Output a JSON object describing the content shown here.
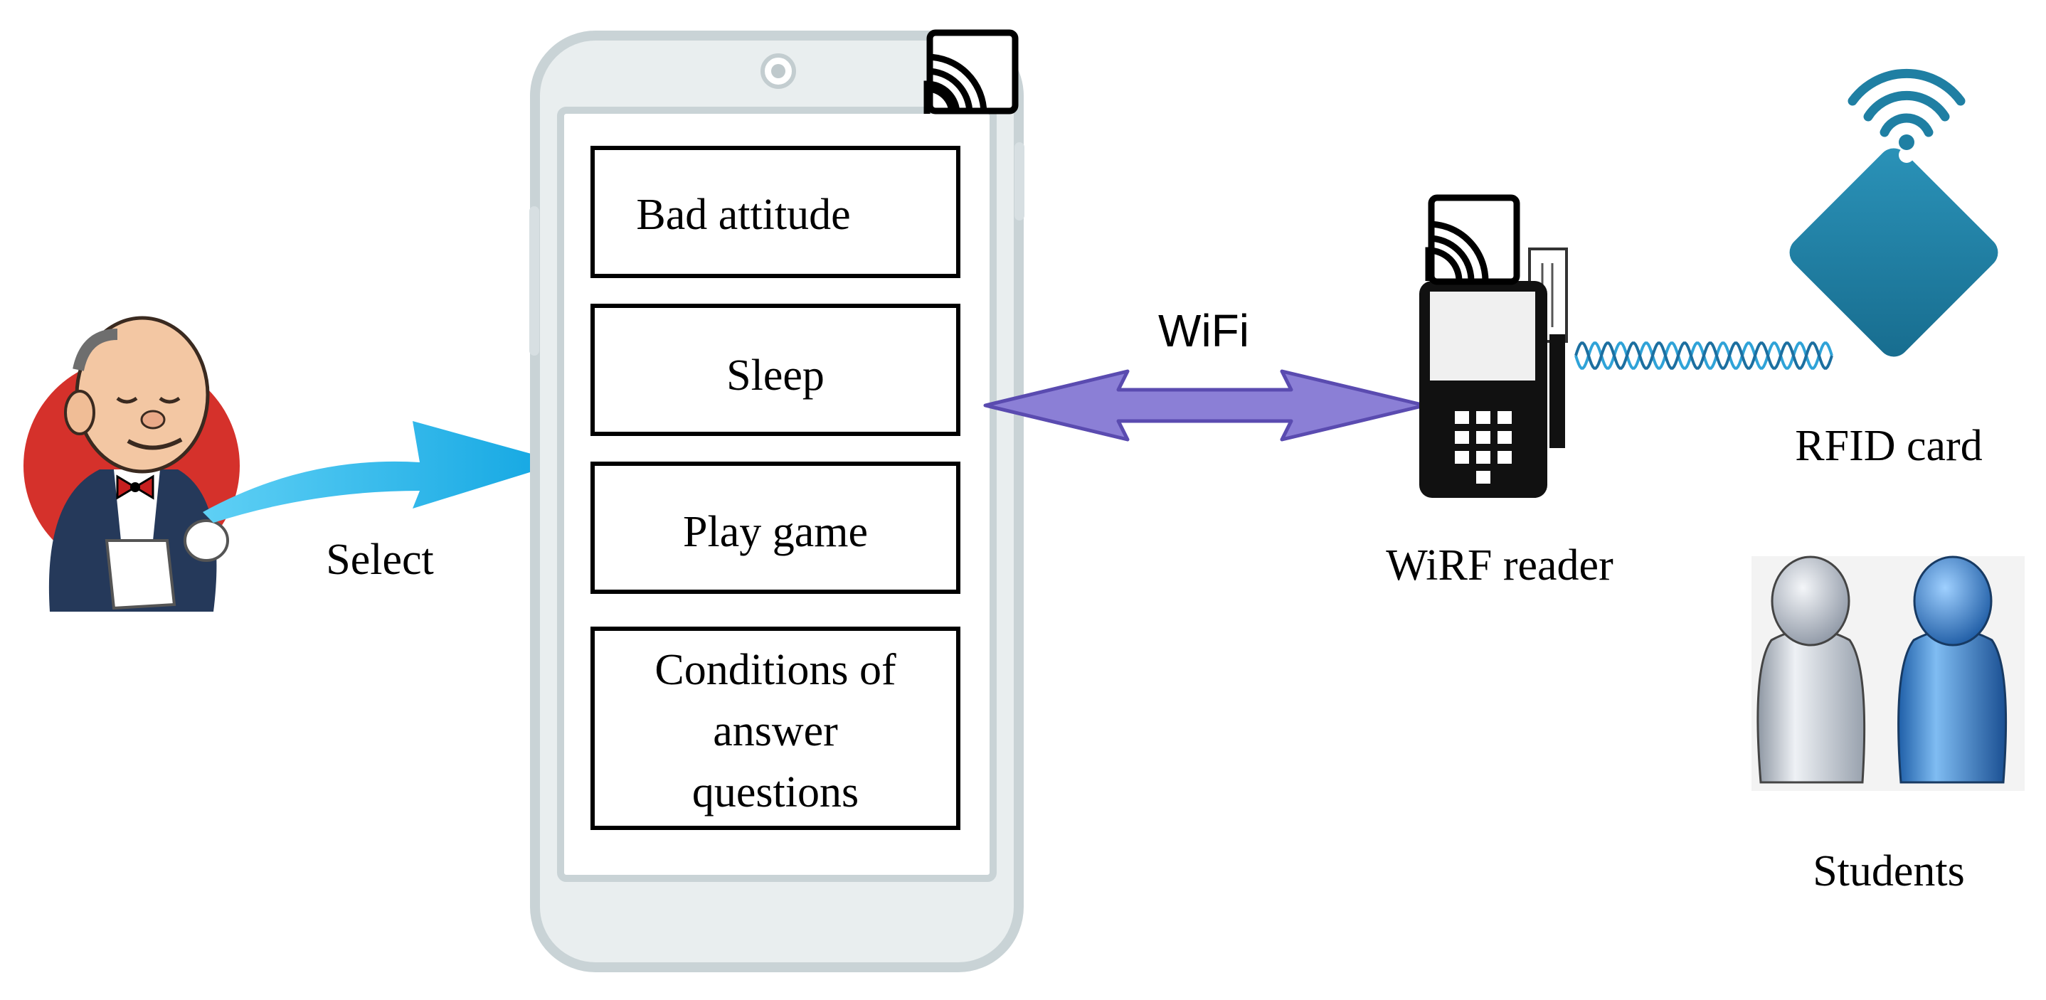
{
  "labels": {
    "select": "Select",
    "wifi": "WiFi",
    "reader": "WiRF reader",
    "rfid_card": "RFID card",
    "students": "Students"
  },
  "phone_menu": {
    "items": [
      {
        "lines": [
          "Bad attitude"
        ]
      },
      {
        "lines": [
          "Sleep"
        ]
      },
      {
        "lines": [
          "Play game"
        ]
      },
      {
        "lines": [
          "Conditions of",
          "answer",
          "questions"
        ]
      }
    ]
  },
  "colors": {
    "select_arrow": "#19b2e8",
    "wifi_arrow_fill": "#8b7fd6",
    "wifi_arrow_stroke": "#5a4bb0",
    "rfid_card": "#1f7fa3",
    "rfid_wave_a": "#2fa3d8",
    "rfid_wave_b": "#1c6fa0",
    "phone_body": "#e9eeef",
    "phone_outline": "#c9d3d6",
    "student_gray": "#aeb6c2",
    "student_blue": "#2a6fb8",
    "butler_bg": "#d5312b",
    "butler_suit": "#25395a"
  },
  "icons": [
    "butler-mascot-icon",
    "phone-icon",
    "nfc-icon",
    "card-reader-icon",
    "rfid-card-icon",
    "wifi-signal-icon",
    "students-icon"
  ]
}
